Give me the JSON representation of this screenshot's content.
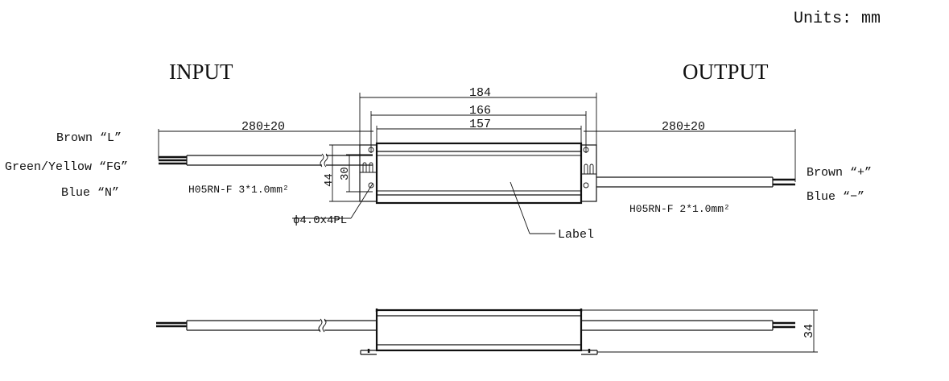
{
  "units_label": "Units: mm",
  "input": {
    "title": "INPUT",
    "wires": [
      "Brown “L”",
      "Green/Yellow “FG”",
      "Blue “N”"
    ],
    "cable_spec": "H05RN-F 3*1.0mm²",
    "cable_length": "280±20"
  },
  "output": {
    "title": "OUTPUT",
    "wires": [
      "Brown “+”",
      "Blue “−”"
    ],
    "cable_spec": "H05RN-F 2*1.0mm²",
    "cable_length": "280±20"
  },
  "dimensions": {
    "overall": "184",
    "mounting": "166",
    "body": "157",
    "width": "44",
    "mount_width": "30",
    "height": "34",
    "hole": "ϕ4.0x4PL"
  },
  "label_callout": "Label"
}
